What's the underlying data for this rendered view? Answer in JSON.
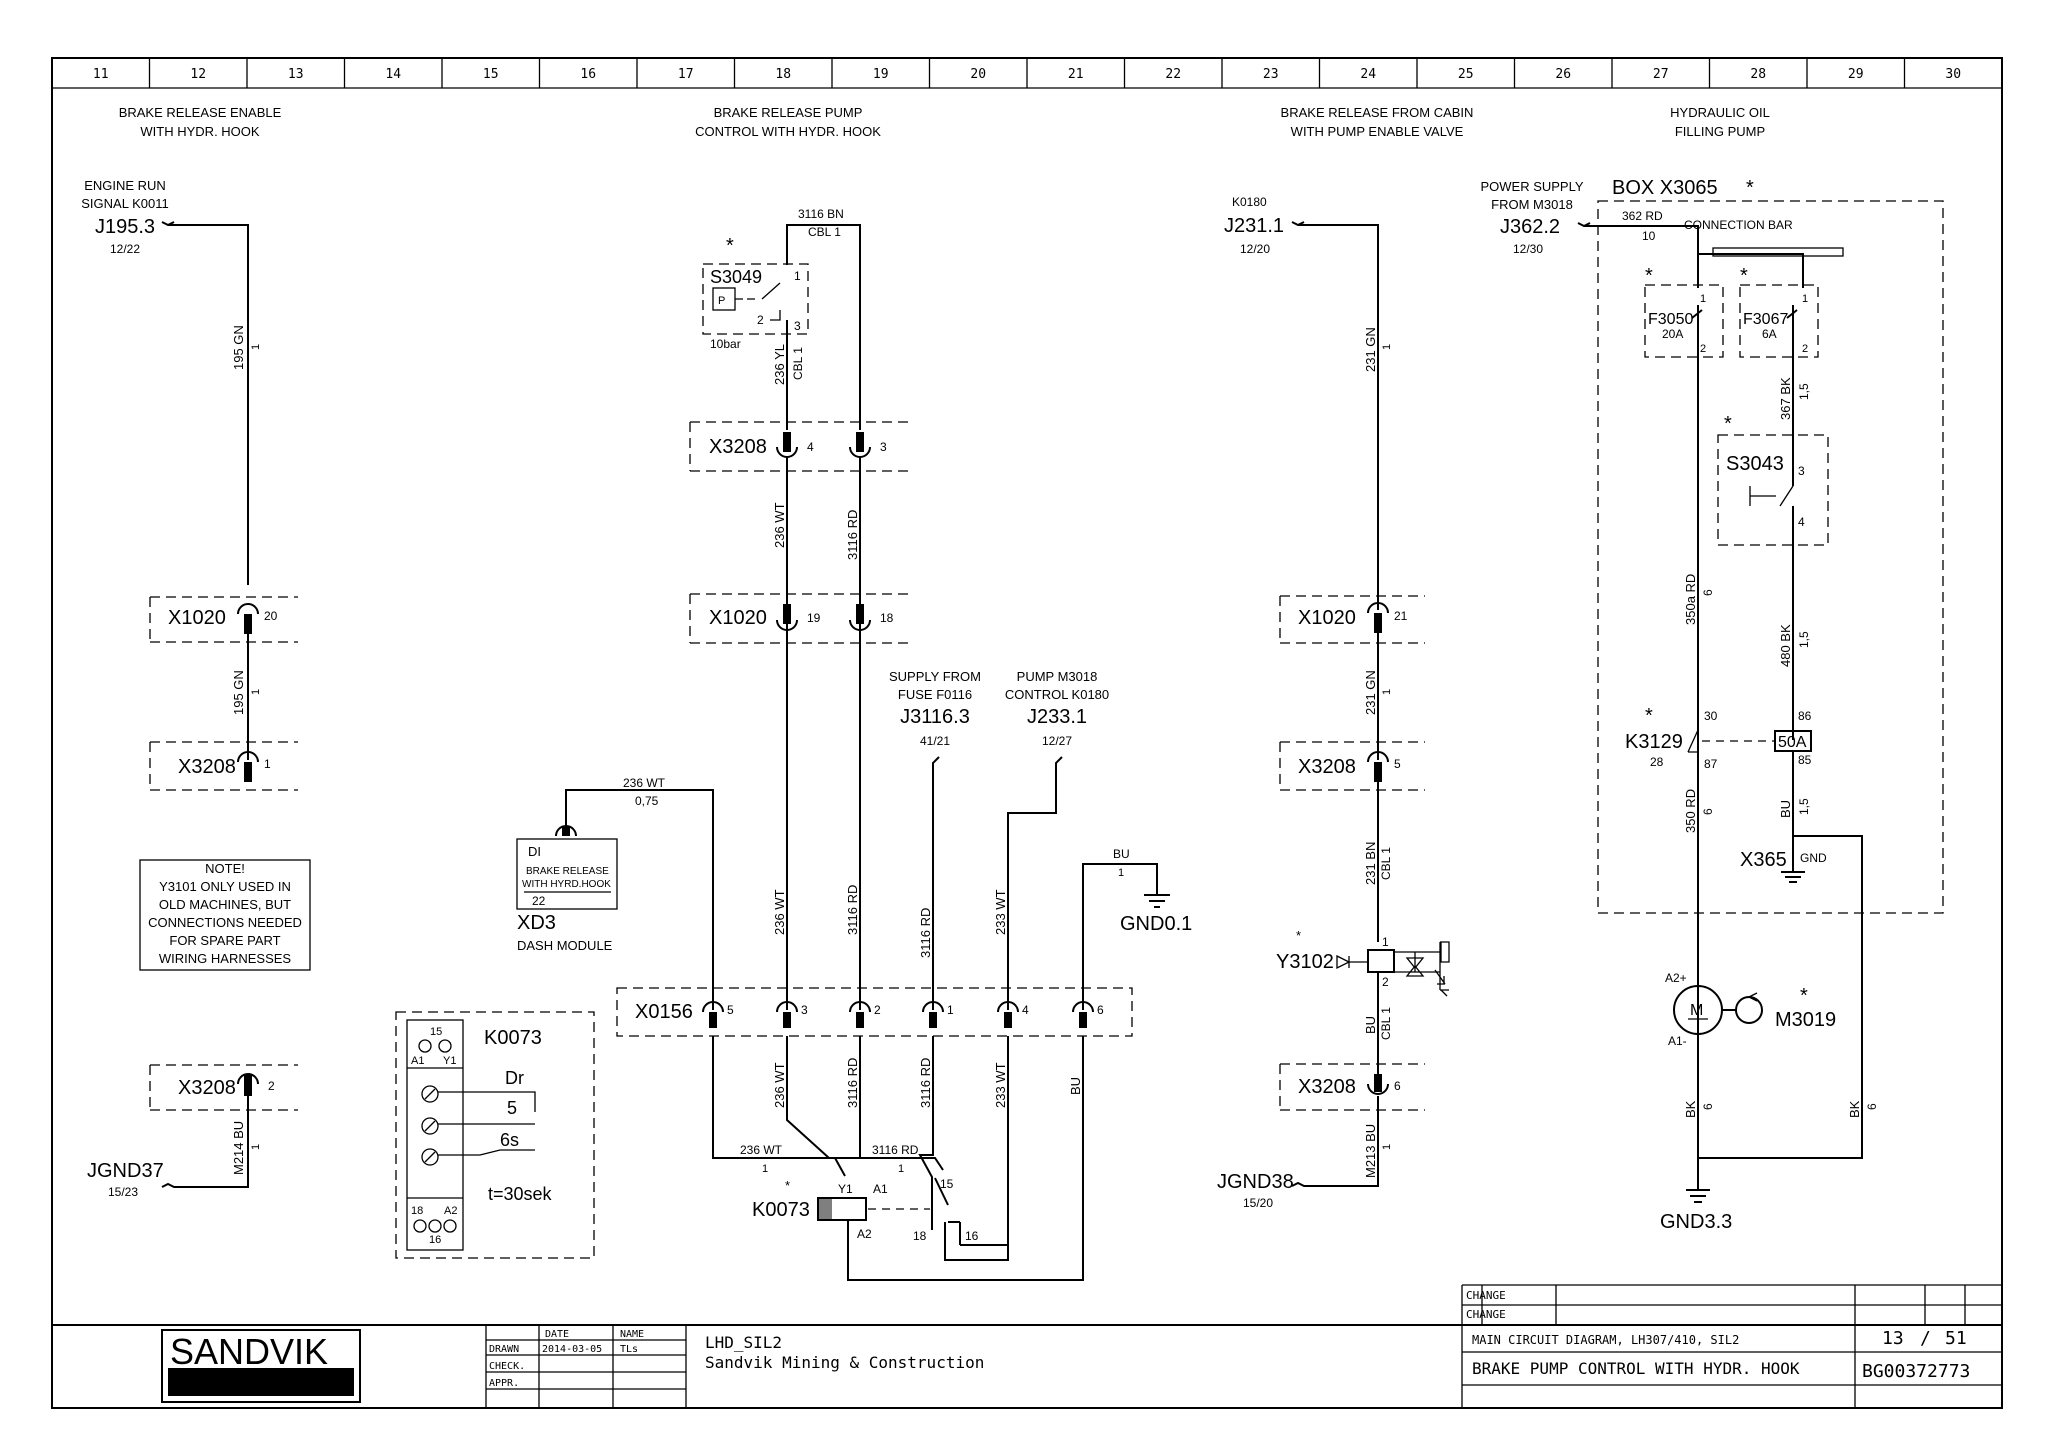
{
  "grid_columns": [
    "11",
    "12",
    "13",
    "14",
    "15",
    "16",
    "17",
    "18",
    "19",
    "20",
    "21",
    "22",
    "23",
    "24",
    "25",
    "26",
    "27",
    "28",
    "29",
    "30"
  ],
  "sections": {
    "sec1": [
      "BRAKE RELEASE ENABLE",
      "WITH HYDR. HOOK"
    ],
    "sec2": [
      "BRAKE RELEASE PUMP",
      "CONTROL WITH HYDR. HOOK"
    ],
    "sec3": [
      "BRAKE RELEASE FROM CABIN",
      "WITH PUMP ENABLE VALVE"
    ],
    "sec4": [
      "HYDRAULIC OIL",
      "FILLING PUMP"
    ]
  },
  "left": {
    "engine_run": [
      "ENGINE RUN",
      "SIGNAL K0011"
    ],
    "j1953": "J195.3",
    "j1953_ref": "12/22",
    "w195gn_a": "195 GN",
    "w195gn_b": "195 GN",
    "one": "1",
    "x1020": "X1020",
    "x1020_pin": "20",
    "x3208a": "X3208",
    "x3208a_pin": "1",
    "x3208b": "X3208",
    "x3208b_pin": "2",
    "wm214": "M214 BU",
    "jgnd37": "JGND37",
    "jgnd37_ref": "15/23",
    "note": [
      "NOTE!",
      "Y3101 ONLY USED IN",
      "OLD MACHINES, BUT",
      "CONNECTIONS NEEDED",
      "FOR SPARE PART",
      "WIRING HARNESSES"
    ]
  },
  "timer": {
    "name": "K0073",
    "dr": "Dr",
    "v5": "5",
    "v6s": "6s",
    "t30": "t=30sek",
    "p15": "15",
    "pa1": "A1",
    "py1": "Y1",
    "p18": "18",
    "pa2": "A2",
    "p16": "16"
  },
  "mid": {
    "w3116bn": "3116 BN",
    "cbl1": "CBL 1",
    "s3049": "S3049",
    "p": "P",
    "bar10": "10bar",
    "p1": "1",
    "p2": "2",
    "p3": "3",
    "w236yl": "236 YL",
    "cbl1b": "CBL 1",
    "x3208": "X3208",
    "x3208_p4": "4",
    "x3208_p3": "3",
    "w236wt": "236 WT",
    "w3116rd": "3116 RD",
    "x1020": "X1020",
    "x1020_p19": "19",
    "x1020_p18": "18",
    "supply": [
      "SUPPLY FROM",
      "FUSE F0116"
    ],
    "j31163": "J3116.3",
    "j31163_ref": "41/21",
    "pump": [
      "PUMP M3018",
      "CONTROL K0180"
    ],
    "j2331": "J233.1",
    "j2331_ref": "12/27",
    "w236wt_top": "236 WT",
    "w075": "0,75",
    "di": "DI",
    "di_txt": [
      "BRAKE RELEASE",
      "WITH HYRD.HOOK"
    ],
    "di_pin": "22",
    "xd3": "XD3",
    "dash": "DASH MODULE",
    "bu": "BU",
    "gnd01": "GND0.1",
    "x0156": "X0156",
    "x0156_pins": [
      "5",
      "3",
      "2",
      "1",
      "4",
      "6"
    ],
    "w233wt": "233 WT",
    "w236wt_bot": "236 WT",
    "w3116rd_bot": "3116 RD",
    "k0073": "K0073",
    "y1": "Y1",
    "a1": "A1",
    "a2": "A2",
    "p15": "15",
    "p18": "18",
    "p16": "16",
    "star": "*"
  },
  "right1": {
    "k0180": "K0180",
    "j2311": "J231.1",
    "j2311_ref": "12/20",
    "w231gn": "231 GN",
    "w231bn": "231 BN",
    "cbl1": "CBL 1",
    "x1020": "X1020",
    "x1020_pin": "21",
    "x3208a": "X3208",
    "x3208a_pin": "5",
    "y3102": "Y3102",
    "p1": "1",
    "p2": "2",
    "x3208b": "X3208",
    "x3208b_pin": "6",
    "bu": "BU",
    "wm213": "M213 BU",
    "jgnd38": "JGND38",
    "jgnd38_ref": "15/20"
  },
  "right2": {
    "power": [
      "POWER SUPPLY",
      "FROM M3018"
    ],
    "j3622": "J362.2",
    "j3622_ref": "12/30",
    "box": "BOX X3065",
    "w362rd": "362 RD",
    "ten": "10",
    "connbar": "CONNECTION BAR",
    "f3050": "F3050",
    "f3050a": "20A",
    "f3067": "F3067",
    "f3067a": "6A",
    "w367bk": "367 BK",
    "w15": "1,5",
    "s3043": "S3043",
    "p3": "3",
    "p4": "4",
    "w350ard": "350a RD",
    "six": "6",
    "w480bk": "480 BK",
    "k3129": "K3129",
    "p30": "30",
    "p28": "28",
    "p87": "87",
    "p86": "86",
    "p85": "85",
    "r50a": "50A",
    "w350rd": "350 RD",
    "bu": "BU",
    "x365": "X365",
    "gnd": "GND",
    "m3019": "M3019",
    "a2p": "A2+",
    "a1m": "A1-",
    "mm": "M",
    "bk": "BK",
    "gnd33": "GND3.3"
  },
  "titleblock": {
    "logo": "SANDVIK",
    "date_h": "DATE",
    "name_h": "NAME",
    "drawn": "DRAWN",
    "drawn_date": "2014-03-05",
    "drawn_name": "TLs",
    "check": "CHECK.",
    "appr": "APPR.",
    "project": "LHD_SIL2",
    "company": "Sandvik Mining & Construction",
    "change1": "CHANGE",
    "change2": "CHANGE",
    "title1": "MAIN CIRCUIT DIAGRAM, LH307/410, SIL2",
    "title2": "BRAKE PUMP CONTROL WITH HYDR. HOOK",
    "sheet": "13",
    "total": "51",
    "docno": "BG00372773"
  }
}
